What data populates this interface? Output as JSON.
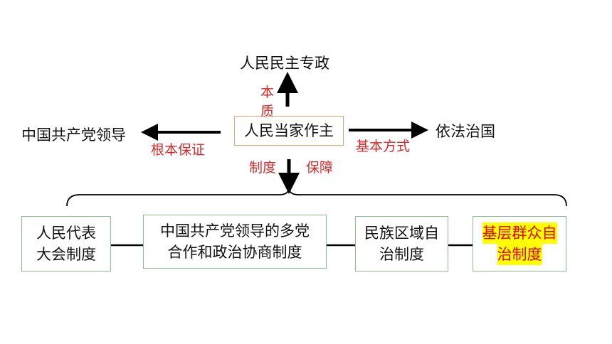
{
  "center": {
    "label": "人民当家作主"
  },
  "top": {
    "label": "人民民主专政",
    "relation_chars": [
      "本",
      "质"
    ]
  },
  "left": {
    "label": "中国共产党领导",
    "relation": "根本保证"
  },
  "right": {
    "label": "依法治国",
    "relation": "基本方式"
  },
  "bottom": {
    "relation_left": "制度",
    "relation_right": "保障"
  },
  "systems": [
    {
      "lines": [
        "人民代表",
        "大会制度"
      ],
      "highlight": false
    },
    {
      "lines": [
        "中国共产党领导的多党",
        "合作和政治协商制度"
      ],
      "highlight": false
    },
    {
      "lines": [
        "民族区域自",
        "治制度"
      ],
      "highlight": false
    },
    {
      "lines": [
        "基层群众自",
        "治制度"
      ],
      "highlight": true
    }
  ],
  "colors": {
    "relation_text": "#d42a2a",
    "highlight_bg": "#ffff00",
    "highlight_text": "#e60000",
    "box_border": "#8cc08a",
    "center_border": "#e8a07a"
  }
}
